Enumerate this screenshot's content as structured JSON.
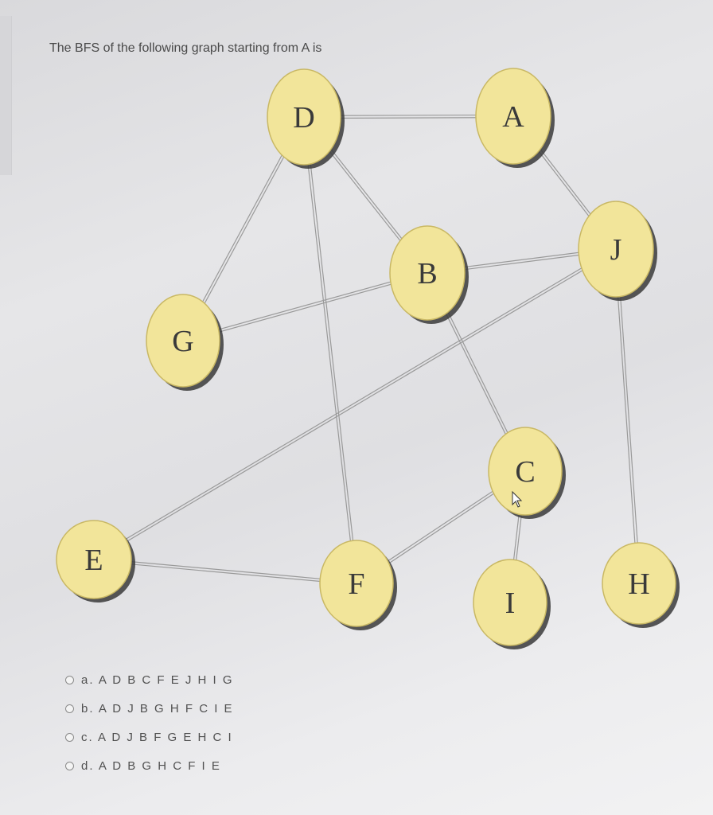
{
  "question": {
    "text": "The BFS of the following graph starting from A is"
  },
  "graph": {
    "nodes": [
      {
        "id": "D",
        "label": "D"
      },
      {
        "id": "A",
        "label": "A"
      },
      {
        "id": "J",
        "label": "J"
      },
      {
        "id": "B",
        "label": "B"
      },
      {
        "id": "G",
        "label": "G"
      },
      {
        "id": "C",
        "label": "C"
      },
      {
        "id": "E",
        "label": "E"
      },
      {
        "id": "F",
        "label": "F"
      },
      {
        "id": "I",
        "label": "I"
      },
      {
        "id": "H",
        "label": "H"
      }
    ],
    "edges": [
      [
        "D",
        "A"
      ],
      [
        "A",
        "J"
      ],
      [
        "D",
        "B"
      ],
      [
        "D",
        "G"
      ],
      [
        "D",
        "F"
      ],
      [
        "B",
        "J"
      ],
      [
        "G",
        "B"
      ],
      [
        "B",
        "C"
      ],
      [
        "J",
        "E"
      ],
      [
        "J",
        "H"
      ],
      [
        "E",
        "F"
      ],
      [
        "F",
        "C"
      ],
      [
        "C",
        "I"
      ]
    ],
    "colors": {
      "node_fill": "#f2e59a",
      "node_stroke": "#c9b864",
      "node_shadow": "#3a3a3a",
      "edge": "#9a9a9a"
    }
  },
  "options": [
    {
      "label": "a. A D B C F E J H I G"
    },
    {
      "label": "b. A D J B G H F C I E"
    },
    {
      "label": "c. A D J B F G E H C I"
    },
    {
      "label": "d. A D B G H C F I E"
    }
  ]
}
